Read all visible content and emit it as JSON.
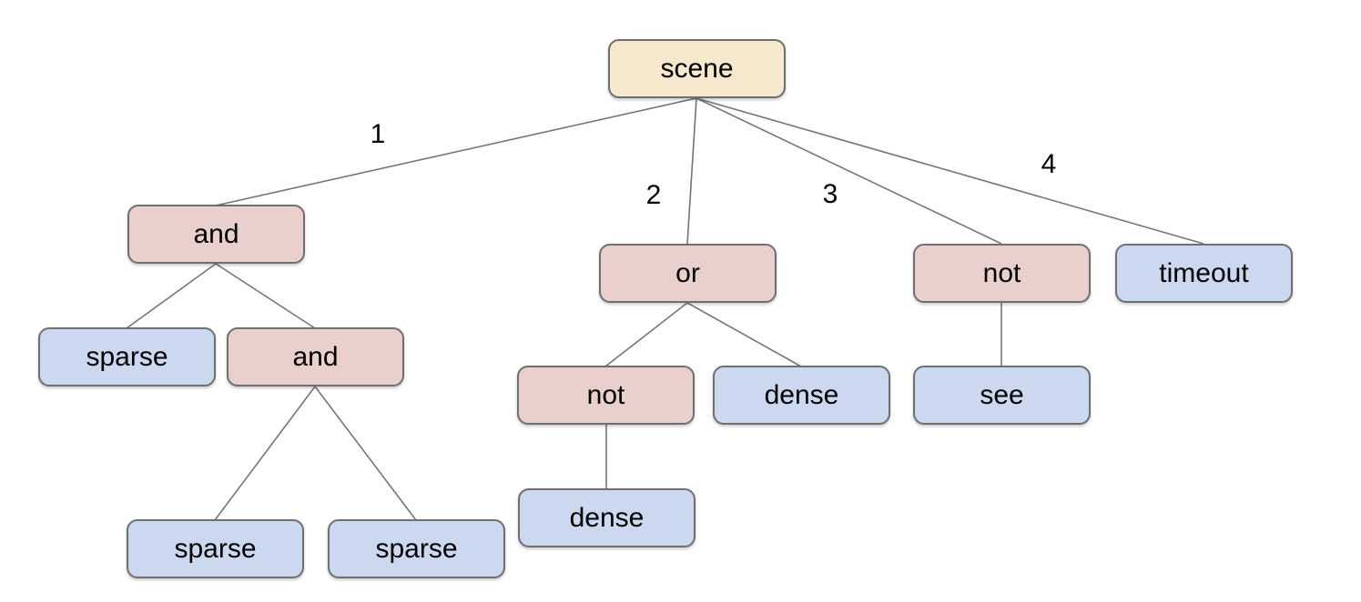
{
  "diagram": {
    "type": "tree",
    "background": "#ffffff",
    "colors": {
      "root_fill": "#f5e8cd",
      "operator_fill": "#e9d0cd",
      "leaf_fill": "#ccd8ef",
      "node_border": "#6f6f6f",
      "edge_line": "#757575",
      "text": "#000000"
    },
    "nodes": [
      {
        "id": "scene",
        "label": "scene",
        "type": "root"
      },
      {
        "id": "and1",
        "label": "and",
        "type": "operator"
      },
      {
        "id": "or1",
        "label": "or",
        "type": "operator"
      },
      {
        "id": "not1",
        "label": "not",
        "type": "operator"
      },
      {
        "id": "timeout",
        "label": "timeout",
        "type": "leaf"
      },
      {
        "id": "sparse1",
        "label": "sparse",
        "type": "leaf"
      },
      {
        "id": "and2",
        "label": "and",
        "type": "operator"
      },
      {
        "id": "not2",
        "label": "not",
        "type": "operator"
      },
      {
        "id": "dense1",
        "label": "dense",
        "type": "leaf"
      },
      {
        "id": "see",
        "label": "see",
        "type": "leaf"
      },
      {
        "id": "dense2",
        "label": "dense",
        "type": "leaf"
      },
      {
        "id": "sparse2",
        "label": "sparse",
        "type": "leaf"
      },
      {
        "id": "sparse3",
        "label": "sparse",
        "type": "leaf"
      }
    ],
    "edge_labels": [
      "1",
      "2",
      "3",
      "4"
    ],
    "edges": [
      {
        "from": "scene",
        "to": "and1",
        "label": "1"
      },
      {
        "from": "scene",
        "to": "or1",
        "label": "2"
      },
      {
        "from": "scene",
        "to": "not1",
        "label": "3"
      },
      {
        "from": "scene",
        "to": "timeout",
        "label": "4"
      },
      {
        "from": "and1",
        "to": "sparse1",
        "label": ""
      },
      {
        "from": "and1",
        "to": "and2",
        "label": ""
      },
      {
        "from": "and2",
        "to": "sparse2",
        "label": ""
      },
      {
        "from": "and2",
        "to": "sparse3",
        "label": ""
      },
      {
        "from": "or1",
        "to": "not2",
        "label": ""
      },
      {
        "from": "or1",
        "to": "dense1",
        "label": ""
      },
      {
        "from": "not2",
        "to": "dense2",
        "label": ""
      },
      {
        "from": "not1",
        "to": "see",
        "label": ""
      }
    ]
  }
}
